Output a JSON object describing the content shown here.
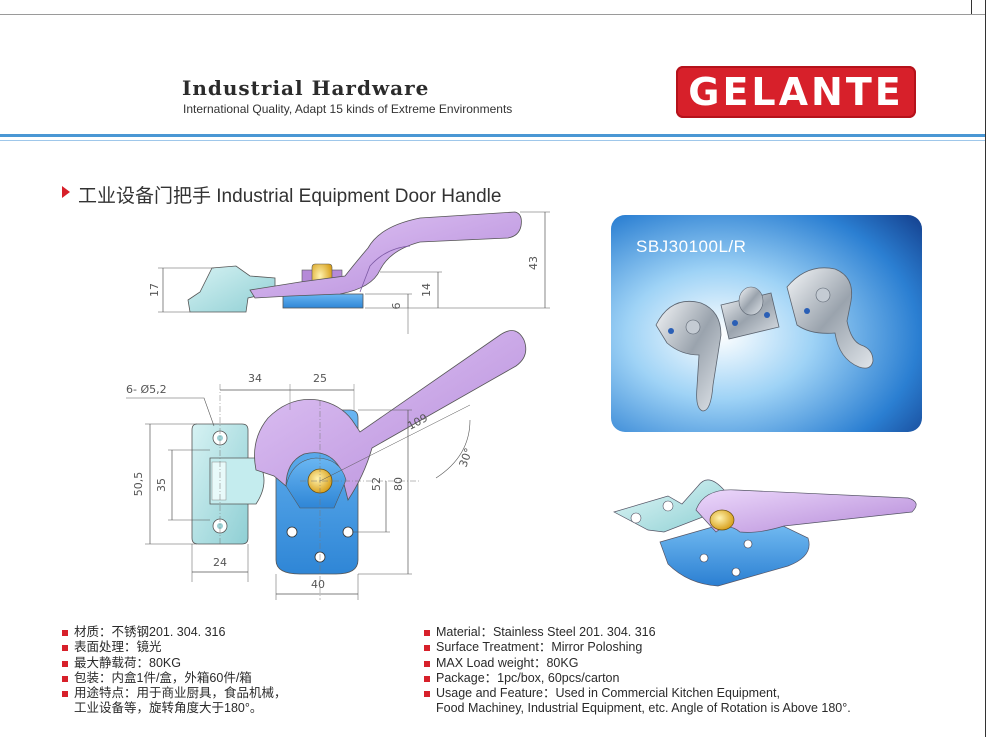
{
  "header": {
    "title": "Industrial Hardware",
    "subtitle": "International Quality, Adapt 15 kinds of Extreme Environments",
    "logo_text": "GELANTE"
  },
  "section": {
    "title": "工业设备门把手 Industrial Equipment Door Handle"
  },
  "photo": {
    "model": "SBJ30100L/R"
  },
  "drawing": {
    "dims": {
      "d17": "17",
      "d43": "43",
      "d6": "6",
      "d14": "14",
      "holes": "6- Ø5,2",
      "d34": "34",
      "d25": "25",
      "d109": "109",
      "d30": "30°",
      "d50_5": "50,5",
      "d35": "35",
      "d52": "52",
      "d80": "80",
      "d24": "24",
      "d40": "40"
    }
  },
  "specs_cn": [
    "材质：不锈钢201. 304. 316",
    "表面处理：镜光",
    "最大静载荷：80KG",
    "包装：内盒1件/盒，外箱60件/箱",
    "用途特点：用于商业厨具，食品机械，",
    "工业设备等，旋转角度大于180°。"
  ],
  "specs_en": [
    "Material：Stainless Steel 201. 304. 316",
    "Surface Treatment：Mirror Poloshing",
    "MAX Load weight：80KG",
    "Package：1pc/box,  60pcs/carton",
    "Usage and Feature：Used in Commercial Kitchen Equipment,",
    "Food Machiney, Industrial Equipment, etc. Angle of Rotation is Above 180°."
  ],
  "colors": {
    "accent_red": "#d7202a",
    "rule_blue": "#4a97d4",
    "handle_purple": "#c9a2e8",
    "plate_blue": "#4a9ee6",
    "keeper_cyan": "#a8dde0",
    "hub_gold": "#e6b830"
  }
}
